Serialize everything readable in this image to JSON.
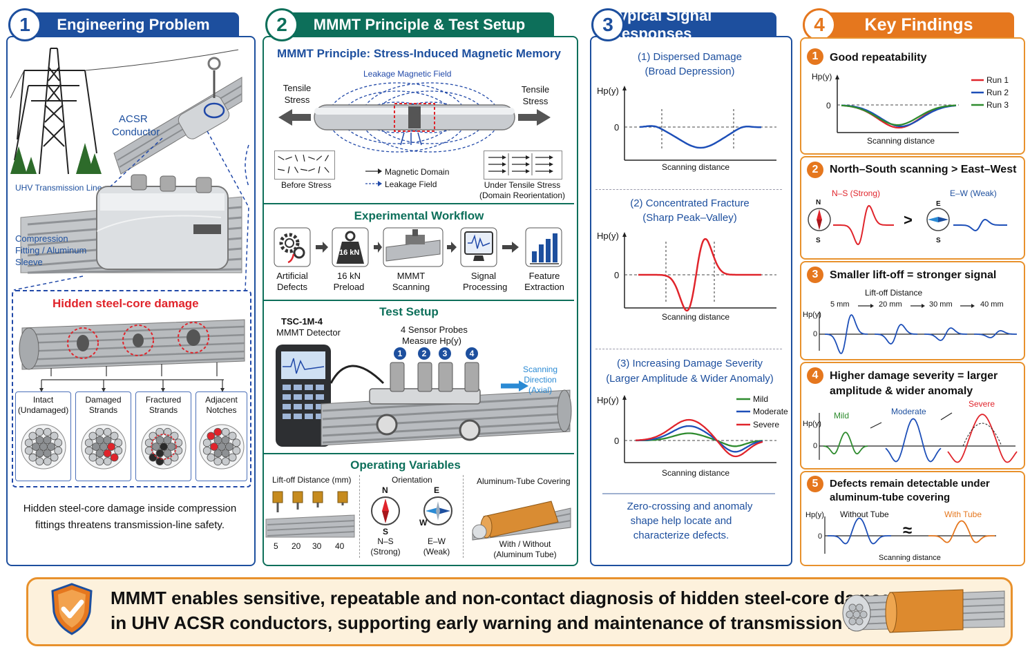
{
  "panel1": {
    "number": "1",
    "title": "Engineering Problem",
    "acsr_label_1": "ACSR",
    "acsr_label_2": "Conductor",
    "uhv_label": "UHV Transmission Line",
    "fitting_label_1": "Compression",
    "fitting_label_2": "Fitting / Aluminum",
    "fitting_label_3": "Sleeve",
    "hidden_damage": "Hidden steel-core damage",
    "cases": [
      {
        "l1": "Intact",
        "l2": "(Undamaged)"
      },
      {
        "l1": "Damaged",
        "l2": "Strands"
      },
      {
        "l1": "Fractured",
        "l2": "Strands"
      },
      {
        "l1": "Adjacent",
        "l2": "Notches"
      }
    ],
    "footer_1": "Hidden steel-core damage inside compression",
    "footer_2": "fittings threatens transmission-line safety."
  },
  "panel2": {
    "number": "2",
    "title": "MMMT Principle & Test Setup",
    "principle_title": "MMMT Principle: Stress-Induced Magnetic Memory",
    "leakage_field": "Leakage Magnetic Field",
    "tensile_left_1": "Tensile",
    "tensile_left_2": "Stress",
    "tensile_right_1": "Tensile",
    "tensile_right_2": "Stress",
    "before_stress": "Before Stress",
    "legend_domain": "Magnetic Domain",
    "legend_field": "Leakage Field",
    "under_stress_1": "Under Tensile Stress",
    "under_stress_2": "(Domain Reorientation)",
    "workflow_title": "Experimental Workflow",
    "preload_badge": "16 kN",
    "workflow": [
      {
        "l1": "Artificial",
        "l2": "Defects"
      },
      {
        "l1": "16 kN",
        "l2": "Preload"
      },
      {
        "l1": "MMMT",
        "l2": "Scanning"
      },
      {
        "l1": "Signal",
        "l2": "Processing"
      },
      {
        "l1": "Feature",
        "l2": "Extraction"
      }
    ],
    "setup_title": "Test Setup",
    "detector_1": "TSC-1M-4",
    "detector_2": "MMMT Detector",
    "probes_1": "4 Sensor Probes",
    "probes_2": "Measure Hp(y)",
    "probe_numbers": [
      "1",
      "2",
      "3",
      "4"
    ],
    "scan_dir_1": "Scanning",
    "scan_dir_2": "Direction",
    "scan_dir_3": "(Axial)",
    "variables_title": "Operating Variables",
    "liftoff_title": "Lift-off Distance (mm)",
    "liftoff_values": [
      "5",
      "20",
      "30",
      "40"
    ],
    "orientation_title": "Orientation",
    "compass_n": "N",
    "compass_s": "S",
    "compass_e": "E",
    "compass_w": "W",
    "ns_1": "N–S",
    "ns_2": "(Strong)",
    "ew_1": "E–W",
    "ew_2": "(Weak)",
    "tube_title": "Aluminum-Tube Covering",
    "tube_1": "With / Without",
    "tube_2": "(Aluminum Tube)"
  },
  "panel3": {
    "number": "3",
    "title": "Typical Signal Responses",
    "ylabel": "Hp(y)",
    "zero": "0",
    "xlabel": "Scanning distance",
    "g1_title_1": "(1) Dispersed Damage",
    "g1_title_2": "(Broad Depression)",
    "g2_title_1": "(2) Concentrated Fracture",
    "g2_title_2": "(Sharp Peak–Valley)",
    "g3_title_1": "(3) Increasing Damage Severity",
    "g3_title_2": "(Larger Amplitude & Wider Anomaly)",
    "g3_legend": [
      "Mild",
      "Moderate",
      "Severe"
    ],
    "note_1": "Zero-crossing and anomaly",
    "note_2": "shape help locate and",
    "note_3": "characterize defects."
  },
  "panel4": {
    "number": "4",
    "title": "Key Findings",
    "f1_num": "1",
    "f1_title": "Good repeatability",
    "f1_legend": [
      "Run 1",
      "Run 2",
      "Run 3"
    ],
    "f2_num": "2",
    "f2_title": "North–South scanning > East–West",
    "f2_ns": "N–S (Strong)",
    "f2_ew": "E–W (Weak)",
    "f2_gt": ">",
    "f3_num": "3",
    "f3_title": "Smaller lift-off = stronger signal",
    "f3_sub": "Lift-off Distance",
    "f3_values": [
      "5 mm",
      "20 mm",
      "30 mm",
      "40 mm"
    ],
    "f4_num": "4",
    "f4_title_1": "Higher damage severity = larger",
    "f4_title_2": "amplitude & wider anomaly",
    "f4_labels": [
      "Mild",
      "Moderate",
      "Severe"
    ],
    "f5_num": "5",
    "f5_title_1": "Defects remain detectable under",
    "f5_title_2": "aluminum-tube covering",
    "f5_without": "Without Tube",
    "f5_with": "With Tube",
    "f5_approx": "≈",
    "ylabel_short": "Hp(y)",
    "zero": "0",
    "xlabel": "Scanning distance"
  },
  "banner": {
    "line_1": "MMMT  enables sensitive, repeatable and non-contact diagnosis of hidden steel-core damage",
    "line_2": "in UHV ACSR conductors, supporting early warning and maintenance of transmission lines."
  },
  "colors": {
    "blue": "#1d4f9e",
    "teal": "#0d6f5a",
    "orange": "#e5771e",
    "red": "#e0242b",
    "green": "#2e8b2e"
  }
}
